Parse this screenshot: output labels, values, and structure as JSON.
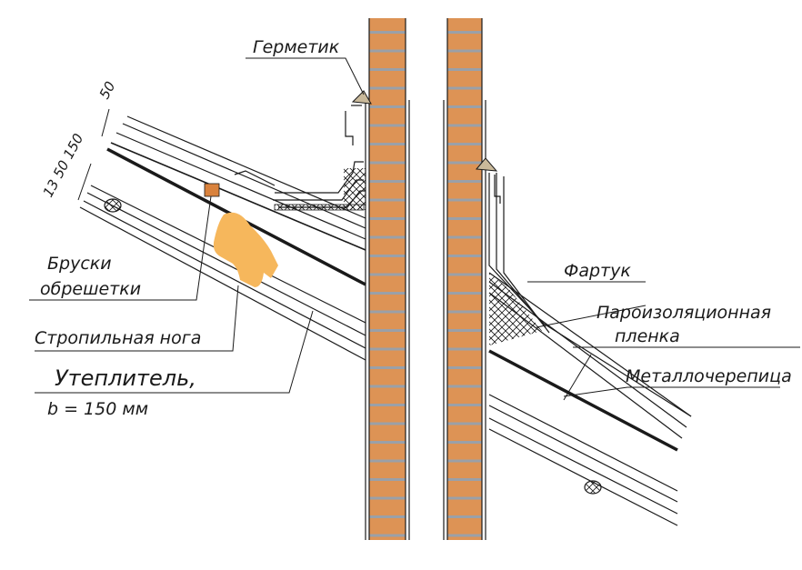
{
  "labels": {
    "sealant": "Герметик",
    "battens_line1": "Бруски",
    "battens_line2": "обрешетки",
    "rafter": "Стропильная нога",
    "insulation_line1": "Утеплитель,",
    "insulation_line2": "b = 150 мм",
    "apron": "Фартук",
    "vapor_line1": "Пароизоляционная",
    "vapor_line2": "пленка",
    "metal_tile": "Металлочерепица"
  },
  "dimensions": {
    "top": "50",
    "side": "13 50 150"
  },
  "colors": {
    "brick": "#dd9355",
    "mortar": "#9aa0a8",
    "insulation_patch": "#f6b75c",
    "lath": "#d9823d",
    "line": "#1a1a1a",
    "sealant": "#c9b99a"
  }
}
